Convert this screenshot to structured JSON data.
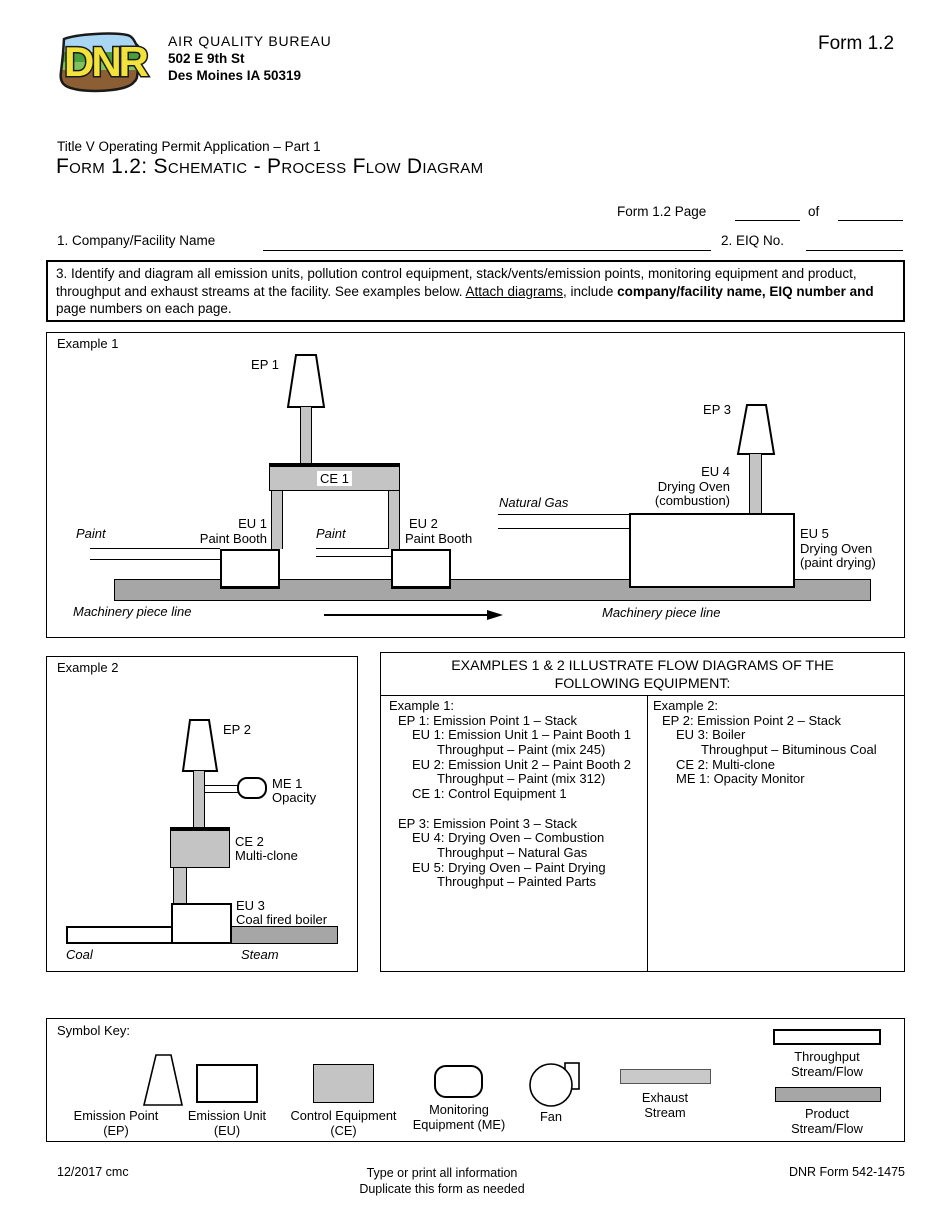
{
  "header": {
    "logo_text": "DNR",
    "bureau": "AIR QUALITY BUREAU",
    "address1": "502 E 9th St",
    "address2": "Des Moines IA 50319",
    "form_ref": "Form 1.2"
  },
  "title": {
    "line1": "Title V Operating Permit Application – Part 1",
    "line2": "Form 1.2: Schematic - Process Flow Diagram"
  },
  "page_row": {
    "label": "Form 1.2 Page",
    "of": "of"
  },
  "fields": {
    "company_label": "1. Company/Facility Name",
    "eiq_label": "2. EIQ No."
  },
  "instruction": {
    "pre": "3. Identify and diagram all emission units, pollution control equipment, stack/vents/emission points, monitoring equipment and product, throughput and exhaust streams at the facility. See examples below. ",
    "underlined": "Attach diagrams",
    "mid": ", include ",
    "bold": "company/facility name, EIQ number and",
    "post": " page numbers on each page."
  },
  "example1": {
    "label": "Example 1",
    "ep1": "EP 1",
    "ce1": "CE 1",
    "eu1": "EU 1",
    "eu1_sub": "Paint Booth",
    "eu2": "EU 2",
    "eu2_sub": "Paint Booth",
    "paint_left": "Paint",
    "paint_mid": "Paint",
    "natural_gas": "Natural Gas",
    "ep3": "EP 3",
    "eu4_line1": "EU 4",
    "eu4_line2": "Drying Oven",
    "eu4_line3": "(combustion)",
    "eu5_line1": "EU 5",
    "eu5_line2": "Drying Oven",
    "eu5_line3": "(paint drying)",
    "mach_left": "Machinery piece line",
    "mach_right": "Machinery piece line"
  },
  "example2": {
    "label": "Example 2",
    "ep2": "EP 2",
    "me1": "ME 1",
    "me1_sub": "Opacity",
    "ce2": "CE 2",
    "ce2_sub": "Multi-clone",
    "eu3": "EU 3",
    "eu3_sub": "Coal fired boiler",
    "coal": "Coal",
    "steam": "Steam"
  },
  "equipment_box": {
    "title_line1": "EXAMPLES 1 & 2 ILLUSTRATE FLOW DIAGRAMS OF THE",
    "title_line2": "FOLLOWING EQUIPMENT:",
    "col1": [
      "Example 1:",
      "EP 1:  Emission Point 1 – Stack",
      "EU 1:  Emission Unit 1 – Paint Booth 1",
      "Throughput – Paint (mix 245)",
      "EU 2:  Emission Unit 2 – Paint Booth 2",
      "Throughput – Paint (mix 312)",
      "CE 1:  Control Equipment 1",
      "",
      "EP 3:  Emission Point 3 – Stack",
      "EU 4:  Drying Oven – Combustion",
      "Throughput – Natural Gas",
      "EU 5:  Drying Oven – Paint Drying",
      "Throughput – Painted Parts"
    ],
    "col2": [
      "Example 2:",
      "EP 2:  Emission Point 2 – Stack",
      "EU 3:  Boiler",
      "Throughput – Bituminous Coal",
      "CE 2:  Multi-clone",
      "ME 1:  Opacity Monitor"
    ]
  },
  "symbol_key": {
    "title": "Symbol Key:",
    "emission_point": [
      "Emission Point",
      "(EP)"
    ],
    "emission_unit": [
      "Emission Unit",
      "(EU)"
    ],
    "control_equipment": [
      "Control Equipment",
      "(CE)"
    ],
    "monitoring": [
      "Monitoring",
      "Equipment (ME)"
    ],
    "fan": "Fan",
    "exhaust": [
      "Exhaust",
      "Stream"
    ],
    "throughput": [
      "Throughput",
      "Stream/Flow"
    ],
    "product": [
      "Product",
      "Stream/Flow"
    ]
  },
  "footer": {
    "left": "12/2017 cmc",
    "center1": "Type or print all information",
    "center2": "Duplicate this form as needed",
    "right": "DNR Form 542-1475"
  },
  "colors": {
    "duct_gray": "#c4c4c4",
    "exhaust_gray": "#c9c9c9",
    "product_gray": "#a6a6a6"
  }
}
